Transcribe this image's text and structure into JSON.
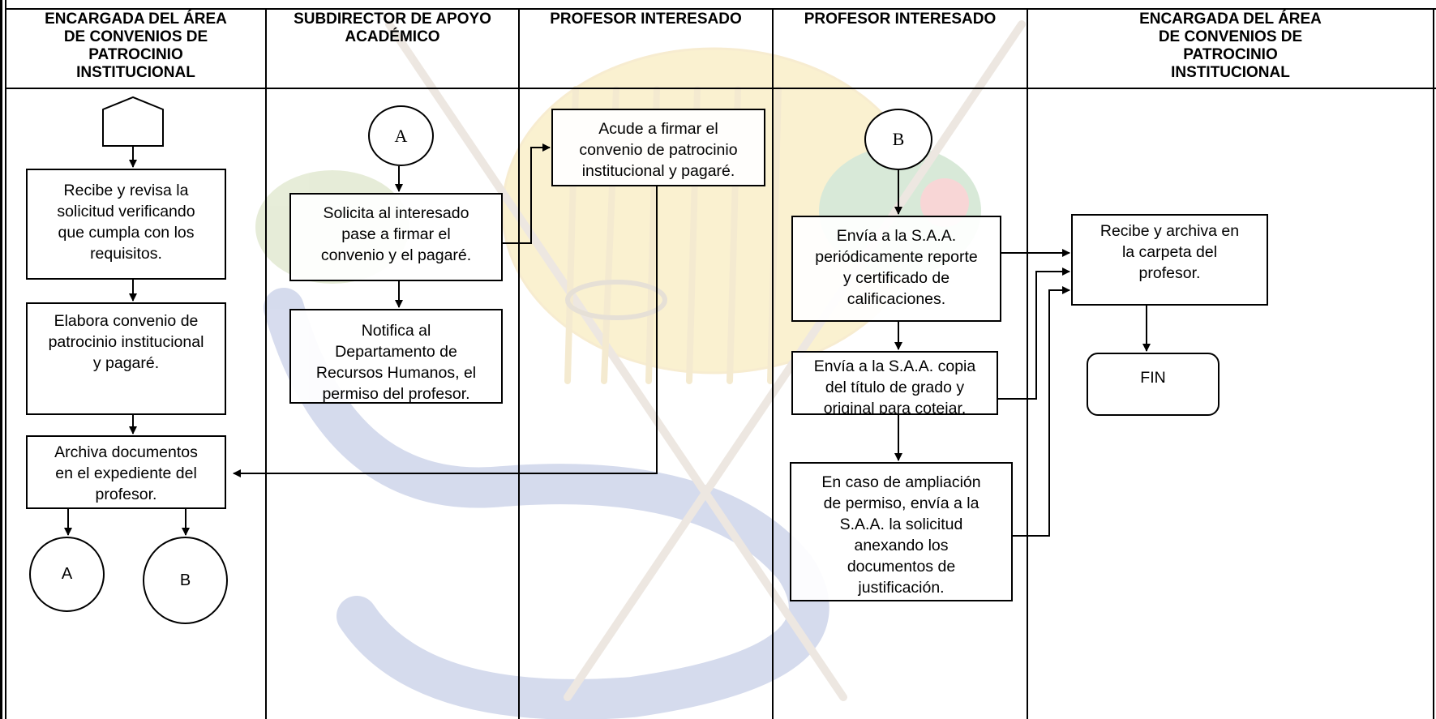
{
  "lanes": [
    "ENCARGADA DEL ÁREA\nDE CONVENIOS DE\nPATROCINIO\nINSTITUCIONAL",
    "SUBDIRECTOR DE APOYO\nACADÉMICO",
    "PROFESOR INTERESADO",
    "PROFESOR INTERESADO",
    "ENCARGADA DEL ÁREA\nDE CONVENIOS DE\nPATROCINIO\nINSTITUCIONAL"
  ],
  "steps": {
    "recibe_revisa": "Recibe y revisa la\nsolicitud verificando\nque cumpla con los\nrequisitos.",
    "elabora_convenio": "Elabora convenio de\npatrocinio institucional\ny pagaré.",
    "archiva_documentos": "Archiva documentos\nen el expediente del\nprofesor.",
    "solicita_interesado": "Solicita al interesado\npase a firmar el\nconvenio y el pagaré.",
    "notifica_rh": "Notifica al\nDepartamento de\nRecursos Humanos, el\npermiso del profesor.",
    "acude_firmar": "Acude a firmar el\nconvenio de patrocinio\ninstitucional y pagaré.",
    "envia_reporte": "Envía a la S.A.A.\nperiódicamente reporte\ny certificado de\ncalificaciones.",
    "envia_titulo": "Envía a la S.A.A. copia\ndel título de grado y\noriginal para cotejar.",
    "ampliacion": "En caso de ampliación\nde permiso, envía a la\nS.A.A. la solicitud\nanexando los\ndocumentos de\njustificación.",
    "recibe_archiva": "Recibe y archiva en\nla carpeta del\nprofesor.",
    "fin": "FIN"
  },
  "connectors": {
    "a": "A",
    "b": "B"
  }
}
